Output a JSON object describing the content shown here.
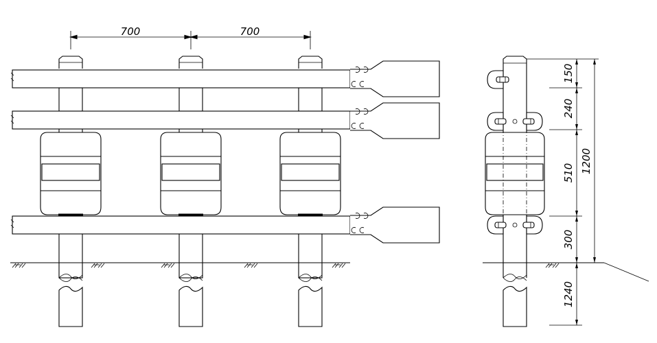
{
  "front_view": {
    "dimensions": {
      "post_spacing_left": "700",
      "post_spacing_right": "700"
    }
  },
  "side_view": {
    "dimensions": {
      "top_rail_section": "150",
      "upper_spacing": "240",
      "roller_height": "510",
      "lower_rail_height": "300",
      "total_height": "1200",
      "embedment_depth": "1240"
    }
  }
}
